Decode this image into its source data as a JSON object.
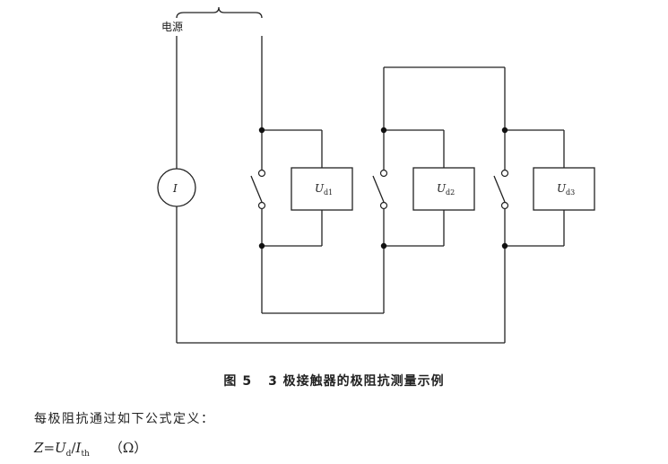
{
  "diagram": {
    "source_label": "电源",
    "meter_label": "I",
    "impedances": [
      {
        "main": "U",
        "sub": "d1"
      },
      {
        "main": "U",
        "sub": "d2"
      },
      {
        "main": "U",
        "sub": "d3"
      }
    ]
  },
  "caption": {
    "figure": "图",
    "number": "5",
    "text": "3 极接触器的极阻抗测量示例"
  },
  "body": {
    "definition_text": "每极阻抗通过如下公式定义："
  },
  "formula": {
    "z": "Z",
    "eq": "=",
    "u": "U",
    "u_sub": "d",
    "slash": "/",
    "i": "I",
    "i_sub": "th",
    "unit": "（Ω）"
  }
}
